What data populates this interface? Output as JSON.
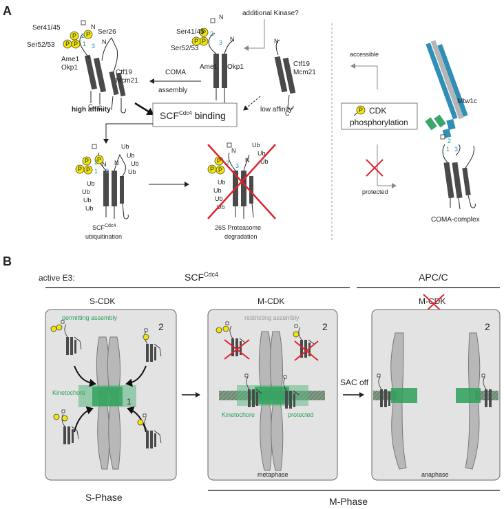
{
  "panel_a": {
    "letter": "A",
    "top_left": {
      "ser41": "Ser41/45",
      "ser26": "Ser26",
      "ser52": "Ser52/53",
      "ame1": "Ame1",
      "okp1": "Okp1",
      "ctf19": "Ctf19",
      "mcm21": "Mcm21"
    },
    "top_middle": {
      "ser41": "Ser41/45",
      "ser52": "Ser52/53",
      "ame1": "Ame1",
      "okp1": "Okp1",
      "ctf19": "Ctf19",
      "mcm21": "Mcm21"
    },
    "additional_kinase": "additional Kinase?",
    "coma_assembly_1": "COMA",
    "coma_assembly_2": "assembly",
    "high_affinity": "high affinity",
    "low_affinity": "low affinity",
    "scf_binding_prefix": "SCF",
    "scf_binding_sup": "Cdc4",
    "scf_binding_suffix": " binding",
    "ub": "Ub",
    "scf_ubiq_prefix": "SCF",
    "scf_ubiq_sup": "Cdc4",
    "scf_ubiq_2": "ubiquitination",
    "proteasome_1": "26S Proteasome",
    "proteasome_2": "degradation",
    "accessible": "accessible",
    "protected": "protected",
    "cdk_1": "CDK",
    "cdk_2": "phosphorylation",
    "mtw1c": "Mtw1c",
    "coma_complex": "COMA-complex",
    "p": "P",
    "n": "N",
    "c": "C",
    "h1": "1",
    "h2": "2",
    "h3": "3"
  },
  "panel_b": {
    "letter": "B",
    "active_e3": "active E3:",
    "scf_prefix": "SCF",
    "scf_sup": "Cdc4",
    "apcc": "APC/C",
    "s_cdk": "S-CDK",
    "m_cdk_1": "M-CDK",
    "m_cdk_2": "M-CDK",
    "permitting": "permitting assembly",
    "restricting": "restricting assembly",
    "kinetochore_1": "Kinetochore",
    "kinetochore_2": "Kinetochore",
    "protected": "protected",
    "metaphase": "metaphase",
    "anaphase": "anaphase",
    "sac_off": "SAC off",
    "s_phase": "S-Phase",
    "m_phase": "M-Phase",
    "num_1": "1",
    "num_2a": "2",
    "num_2b": "2",
    "num_2c": "2"
  },
  "colors": {
    "phospho_yellow": "#f3e600",
    "kinetochore_green": "#2ea05a",
    "helix_teal": "#1d9a8a",
    "helix_blue": "#2a93c9",
    "cross_red": "#e0232c",
    "cell_gray": "#e3e3e3",
    "chromosome_gray": "#b8b8b8"
  }
}
